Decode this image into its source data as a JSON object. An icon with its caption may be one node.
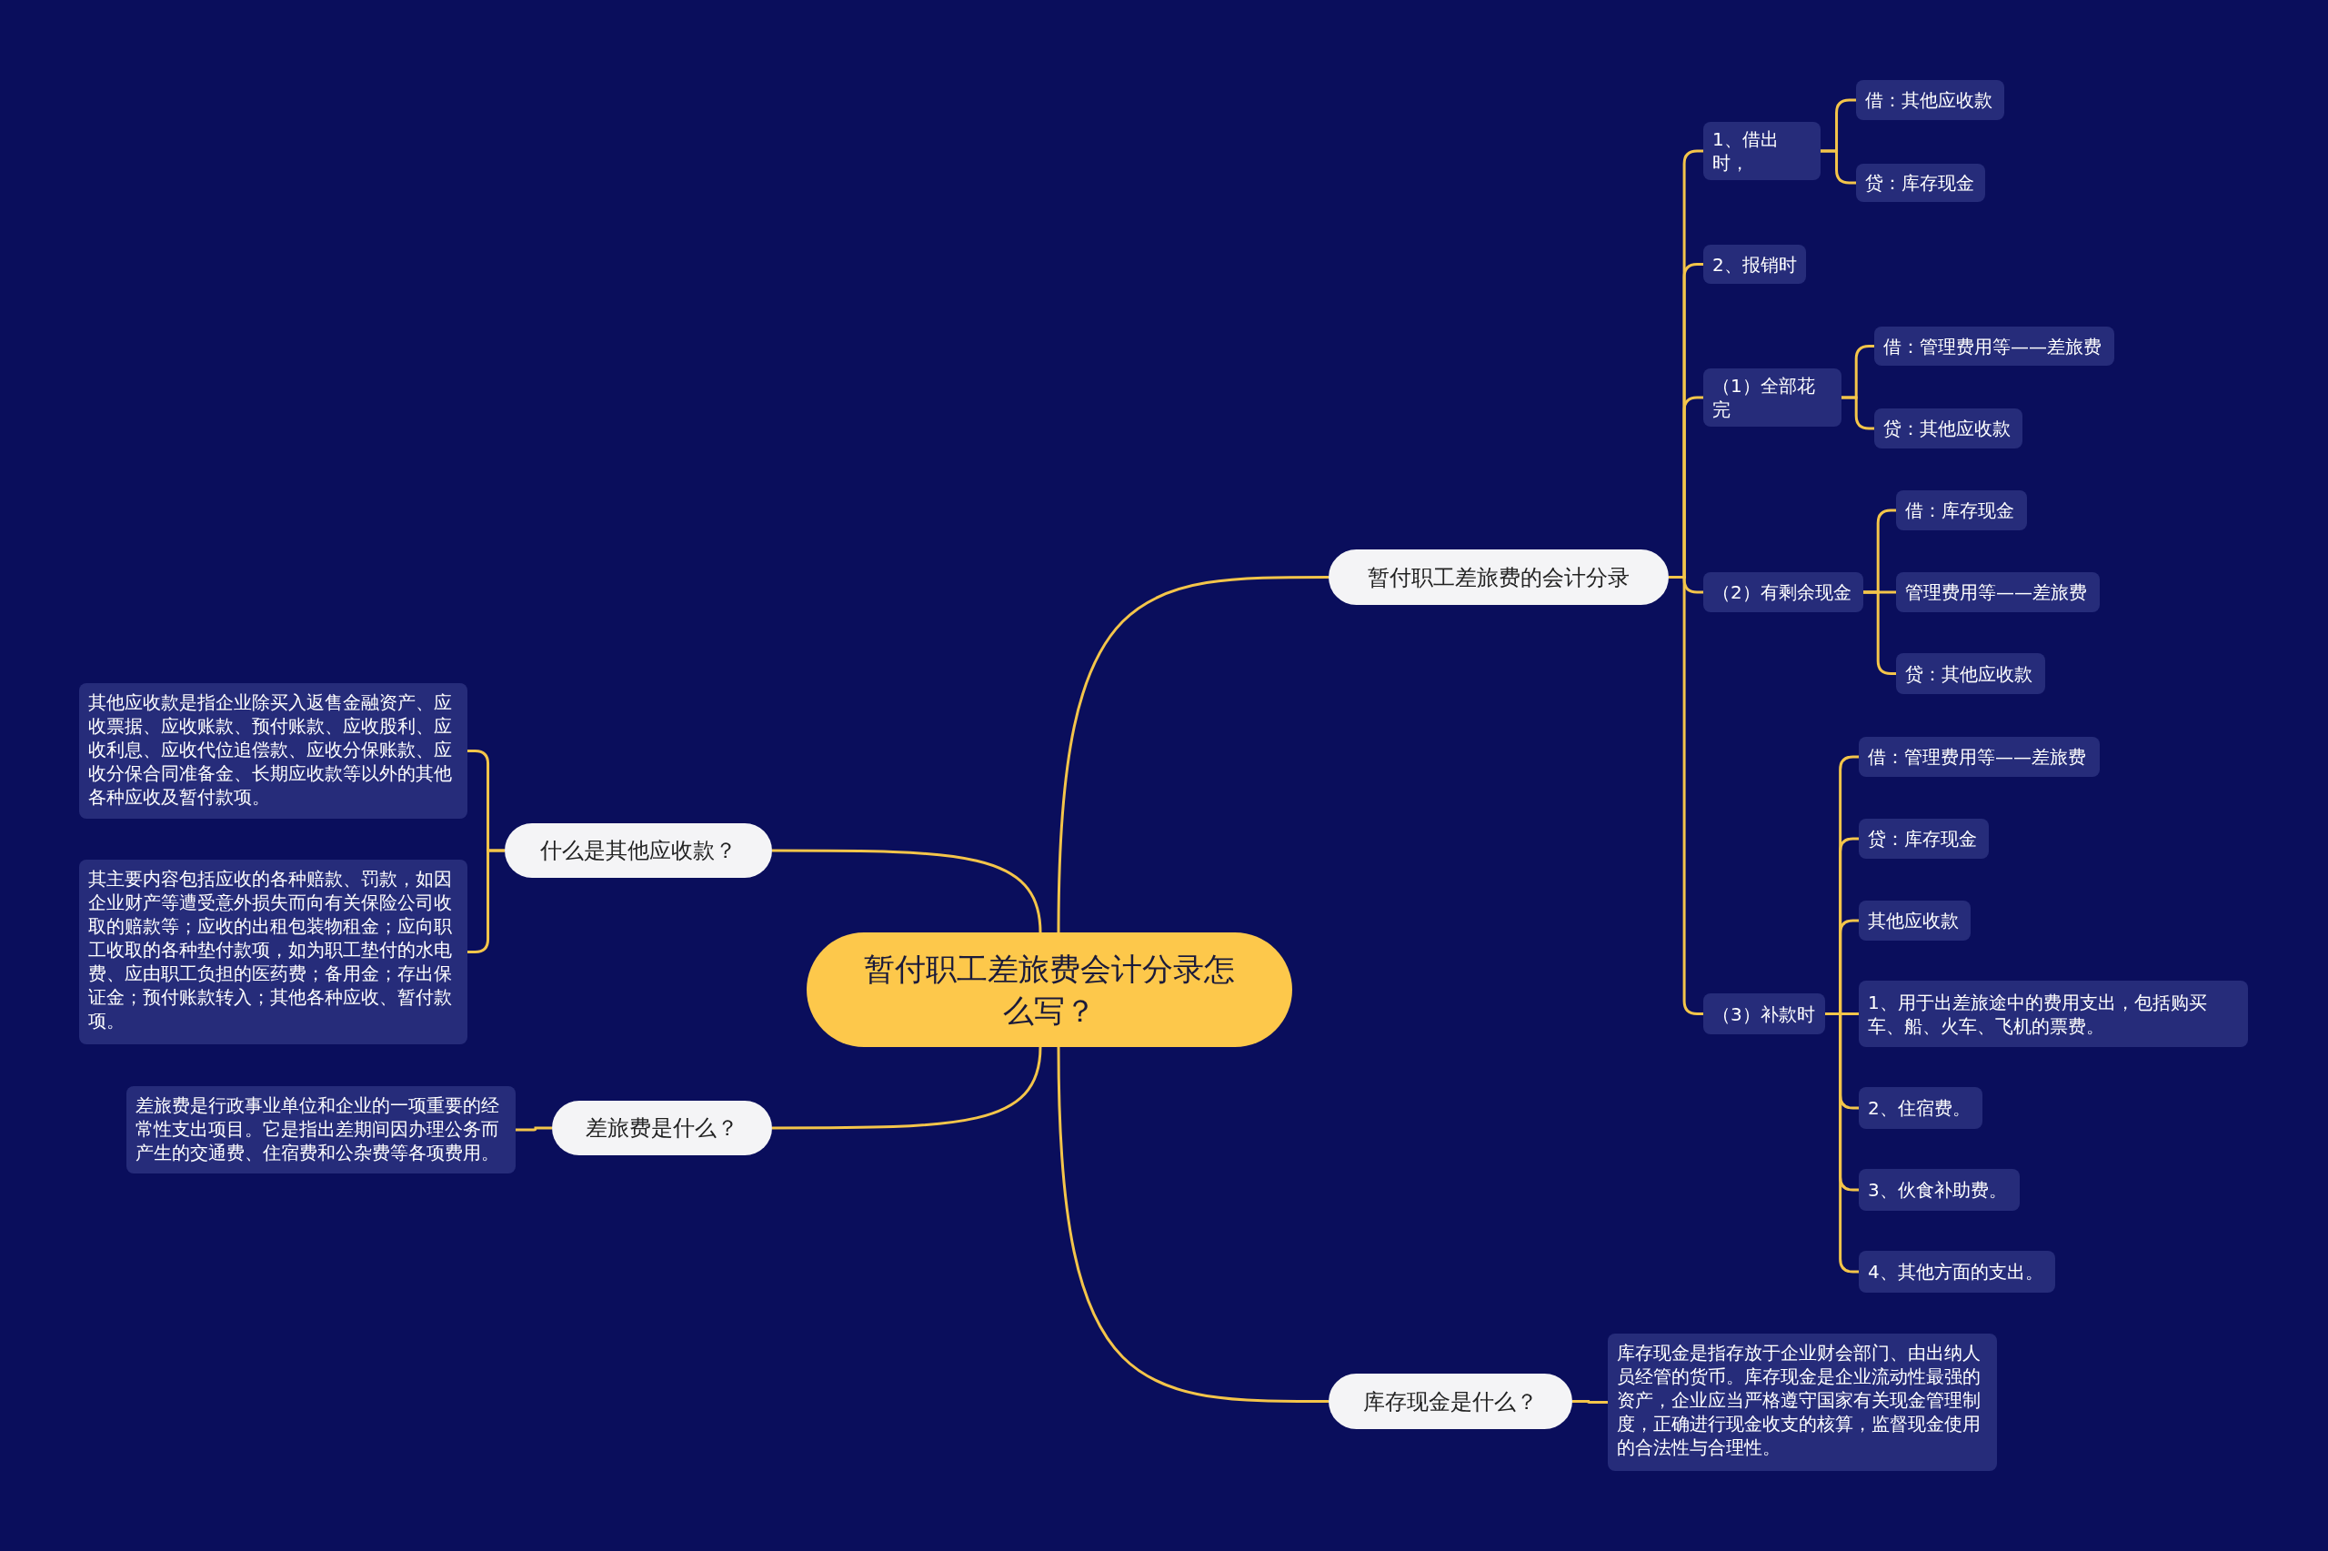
{
  "diagram": {
    "nodes": [
      {
        "text": [
          "暂付职工差旅费会计分录怎么写？"
        ]
      },
      {
        "text": [
          "暂付职工差旅费的会计分录"
        ]
      },
      {
        "text": [
          "1、借出时，"
        ]
      },
      {
        "text": [
          "借：其他应收款"
        ]
      },
      {
        "text": [
          "贷：库存现金"
        ]
      },
      {
        "text": [
          "2、报销时"
        ]
      },
      {
        "text": [
          "（1）全部花完"
        ]
      },
      {
        "text": [
          "借：管理费用等——差旅费"
        ]
      },
      {
        "text": [
          "贷：其他应收款"
        ]
      },
      {
        "text": [
          "（2）有剩余现金"
        ]
      },
      {
        "text": [
          "借：库存现金"
        ]
      },
      {
        "text": [
          "管理费用等——差旅费"
        ]
      },
      {
        "text": [
          "贷：其他应收款"
        ]
      },
      {
        "text": [
          "（3）补款时"
        ]
      },
      {
        "text": [
          "借：管理费用等——差旅费"
        ]
      },
      {
        "text": [
          "贷：库存现金"
        ]
      },
      {
        "text": [
          "其他应收款"
        ]
      },
      {
        "text": [
          "1、用于出差旅途中的费用支出，包括购买车、船、火车、飞机的票费。"
        ]
      },
      {
        "text": [
          "2、住宿费。"
        ]
      },
      {
        "text": [
          "3、伙食补助费。"
        ]
      },
      {
        "text": [
          "4、其他方面的支出。"
        ]
      },
      {
        "text": [
          "什么是其他应收款？"
        ]
      },
      {
        "text": [
          "其他应收款是指企业除买入返售金融资产、应收票据、应收账款、预付账款、应收股利、应收利息、应收代位追偿款、应收分保账款、应收分保合同准备金、长期应收款等以外的其他各种应收及暂付款项。"
        ]
      },
      {
        "text": [
          "其主要内容包括应收的各种赔款、罚款，如因企业财产等遭受意外损失而向有关保险公司收取的赔款等；应收的出租包装物租金；应向职工收取的各种垫付款项，如为职工垫付的水电费、应由职工负担的医药费；备用金；存出保证金；预付账款转入；其他各种应收、暂付款项。"
        ]
      },
      {
        "text": [
          "差旅费是什么？"
        ]
      },
      {
        "text": [
          "差旅费是行政事业单位和企业的一项重要的经常性支出项目。它是指出差期间因办理公务而产生的交通费、住宿费和公杂费等各项费用。"
        ]
      },
      {
        "text": [
          "库存现金是什么？"
        ]
      },
      {
        "text": [
          "库存现金是指存放于企业财会部门、由出纳人员经管的货币。库存现金是企业流动性最强的资产，企业应当严格遵守国家有关现金管理制度，正确进行现金收支的核算，监督现金使用的合法性与合理性。"
        ]
      }
    ],
    "edges": [
      {
        "from": 0,
        "to": 1,
        "arrow": "none"
      },
      {
        "from": 0,
        "to": 21,
        "arrow": "none"
      },
      {
        "from": 0,
        "to": 24,
        "arrow": "none"
      },
      {
        "from": 0,
        "to": 26,
        "arrow": "none"
      },
      {
        "from": 1,
        "to": 2,
        "arrow": "none"
      },
      {
        "from": 1,
        "to": 5,
        "arrow": "none"
      },
      {
        "from": 1,
        "to": 6,
        "arrow": "none"
      },
      {
        "from": 1,
        "to": 9,
        "arrow": "none"
      },
      {
        "from": 1,
        "to": 13,
        "arrow": "none"
      },
      {
        "from": 2,
        "to": 3,
        "arrow": "none"
      },
      {
        "from": 2,
        "to": 4,
        "arrow": "none"
      },
      {
        "from": 6,
        "to": 7,
        "arrow": "none"
      },
      {
        "from": 6,
        "to": 8,
        "arrow": "none"
      },
      {
        "from": 9,
        "to": 10,
        "arrow": "none"
      },
      {
        "from": 9,
        "to": 11,
        "arrow": "none"
      },
      {
        "from": 9,
        "to": 12,
        "arrow": "none"
      },
      {
        "from": 13,
        "to": 14,
        "arrow": "none"
      },
      {
        "from": 13,
        "to": 15,
        "arrow": "none"
      },
      {
        "from": 13,
        "to": 16,
        "arrow": "none"
      },
      {
        "from": 13,
        "to": 17,
        "arrow": "none"
      },
      {
        "from": 13,
        "to": 18,
        "arrow": "none"
      },
      {
        "from": 13,
        "to": 19,
        "arrow": "none"
      },
      {
        "from": 13,
        "to": 20,
        "arrow": "none"
      },
      {
        "from": 21,
        "to": 22,
        "arrow": "none"
      },
      {
        "from": 21,
        "to": 23,
        "arrow": "none"
      },
      {
        "from": 24,
        "to": 25,
        "arrow": "none"
      },
      {
        "from": 26,
        "to": 27,
        "arrow": "none"
      }
    ]
  }
}
